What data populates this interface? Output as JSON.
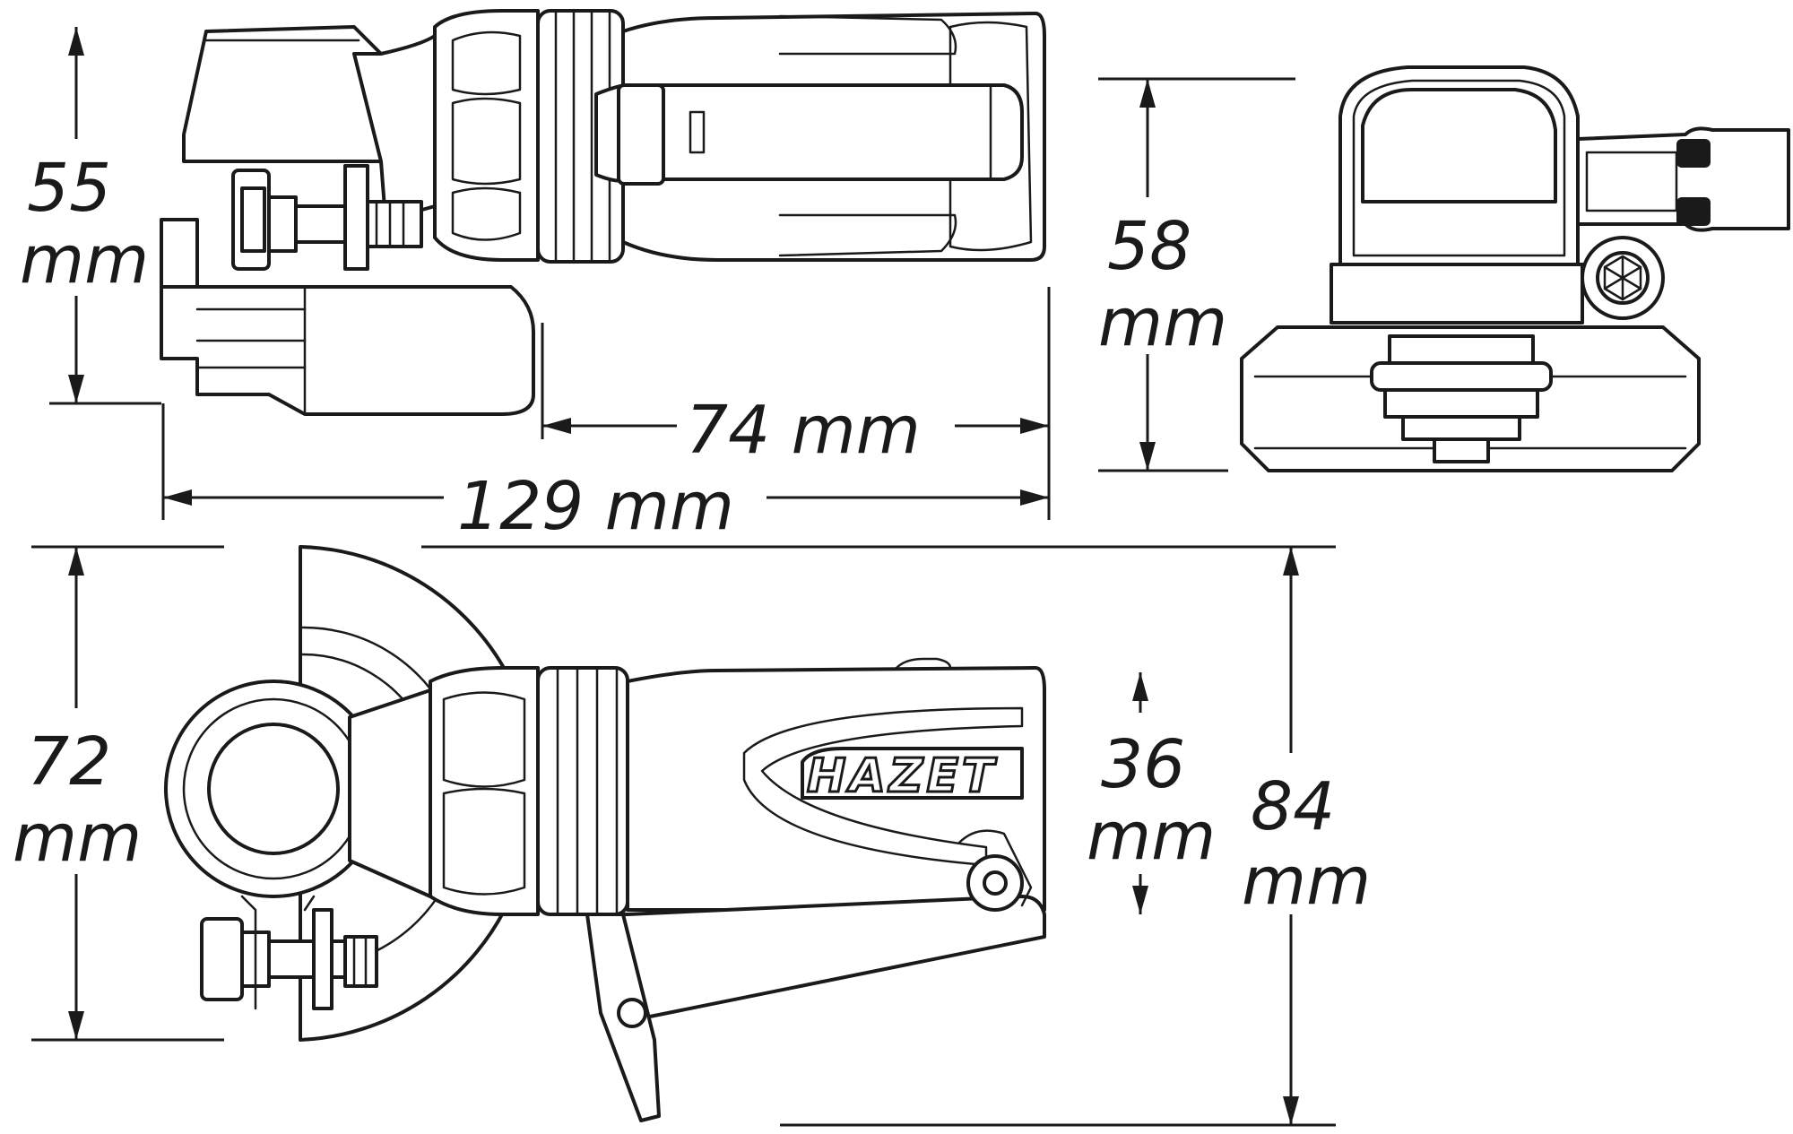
{
  "brand": {
    "name": "HAZET"
  },
  "dimensions": {
    "height_side": {
      "value": "55",
      "unit": "mm"
    },
    "height_front": {
      "value": "58",
      "unit": "mm"
    },
    "length_head": {
      "value": "74 mm"
    },
    "length_total": {
      "value": "129 mm"
    },
    "width_guard": {
      "value": "72",
      "unit": "mm"
    },
    "grip_diameter": {
      "value": "36",
      "unit": "mm"
    },
    "height_total": {
      "value": "84",
      "unit": "mm"
    }
  },
  "colors": {
    "line": "#1a1a1a",
    "background": "#ffffff"
  }
}
